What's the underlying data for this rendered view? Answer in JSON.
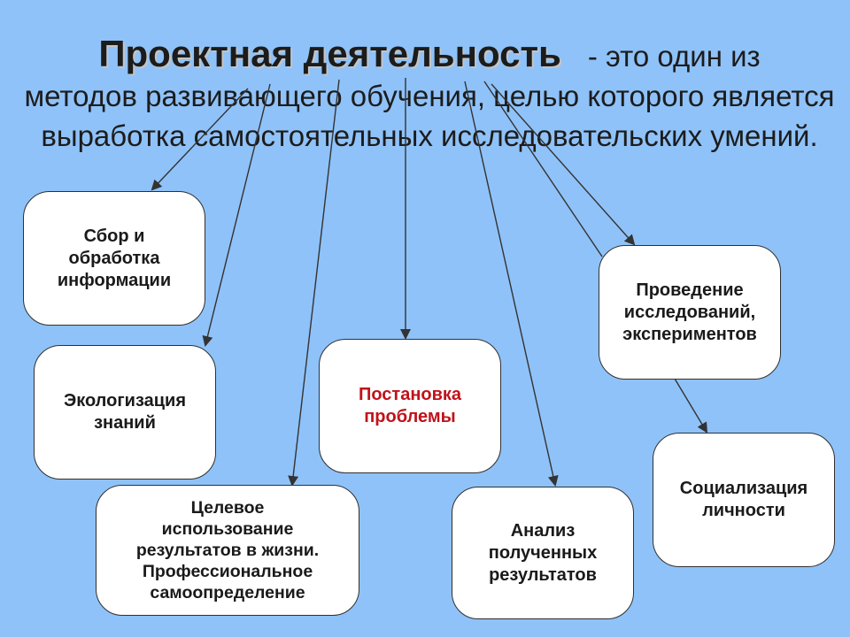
{
  "heading": {
    "term": "Проектная деятельность",
    "definition_line1": "- это один из",
    "definition_rest": "методов развивающего обучения, целью которого является выработка самостоятельных исследовательских умений."
  },
  "nodes": {
    "collect": "Сбор и\nобработка\nинформации",
    "ecology": "Экологизация\nзнаний",
    "target_use": "Целевое\nиспользование\nрезультатов в жизни.\nПрофессиональное\nсамоопределение",
    "problem": "Постановка\nпроблемы",
    "analysis": "Анализ\nполученных\nрезультатов",
    "research": "Проведение\nисследований,\nэкспериментов",
    "socialization": "Социализация\nличности"
  },
  "colors": {
    "background": "#8fc2f8",
    "accent_text": "#c1121a",
    "arrow": "#333333"
  }
}
